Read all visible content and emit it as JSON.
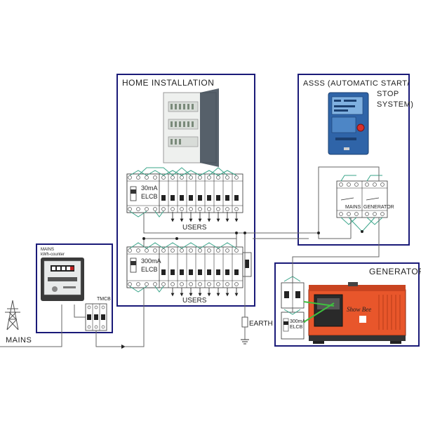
{
  "home": {
    "title": "HOME INSTALLATION",
    "elcb_top": [
      "30mA",
      "ELCB"
    ],
    "elcb_bottom": [
      "300mA",
      "ELCB"
    ],
    "users_top": "USERS",
    "users_bottom": "USERS"
  },
  "asss": {
    "title_lines": [
      "ASSS (AUTOMATIC START/",
      "STOP",
      "SYSTEM)"
    ],
    "switch_left": "MAINS",
    "switch_right": "GENERATOR"
  },
  "mains_box": {
    "label_lines": [
      "MAINS",
      "kWh-counter"
    ],
    "tmcb": "TMCB"
  },
  "generator": {
    "title": "GENERATOR",
    "elcb": [
      "300mA",
      "ELCB"
    ],
    "brand": "Show Bee"
  },
  "earth": "EARTH",
  "mains": "MAINS",
  "colors": {
    "frame": "#1a1a78",
    "wire": "#666666",
    "green_wire": "#3aa58a",
    "generator_body": "#e8562b",
    "panel_blue": "#2f64a8"
  }
}
